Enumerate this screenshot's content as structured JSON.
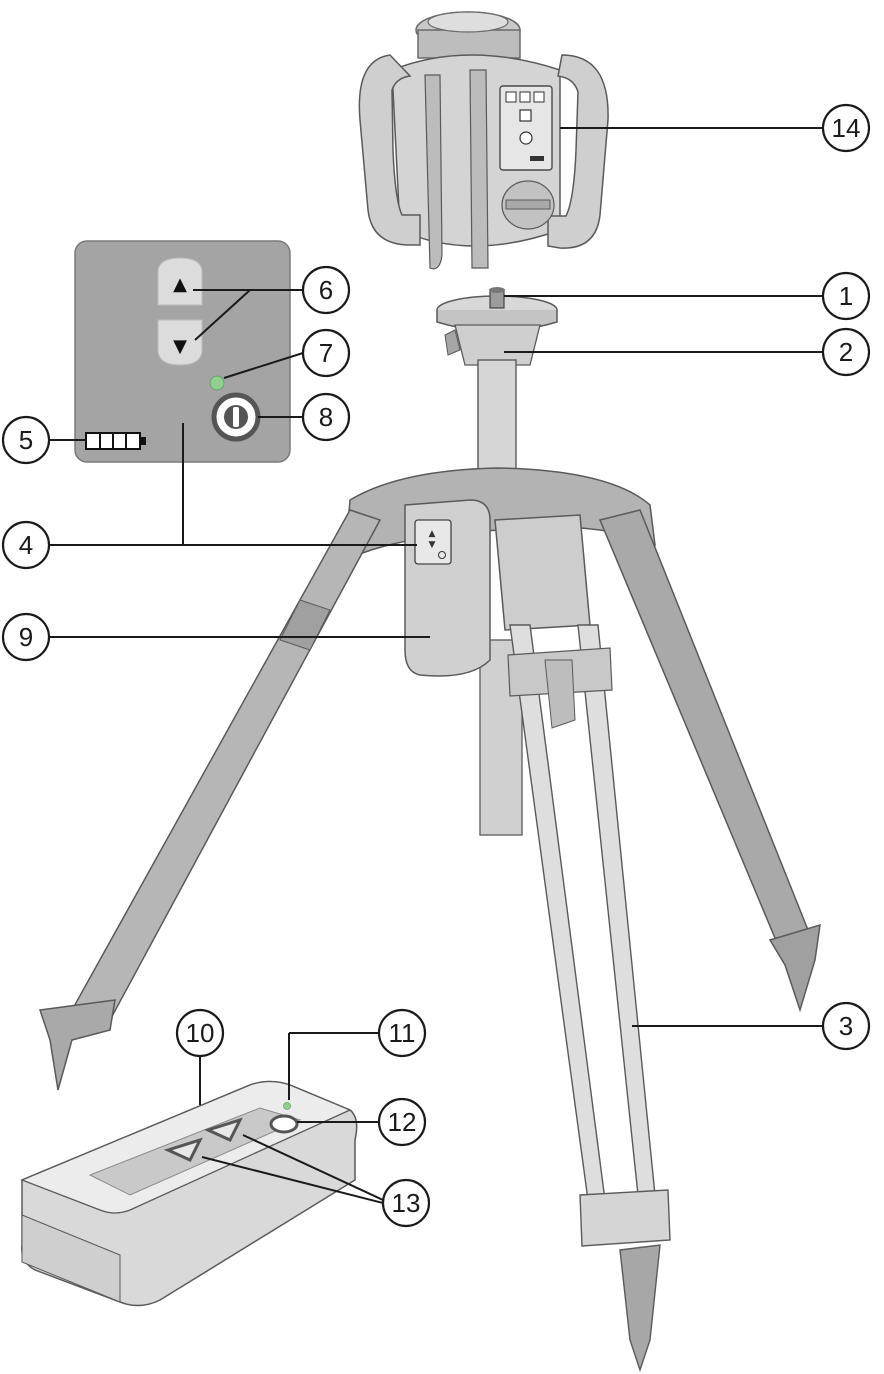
{
  "colors": {
    "body_light": "#d6d6d6",
    "body_mid": "#b8b8b8",
    "body_dark": "#9a9a9a",
    "panel": "#a4a4a4",
    "outline": "#5a5a5a",
    "led": "#8fd08f"
  },
  "icons": {
    "up_arrow": "▲",
    "down_arrow": "▼",
    "power": "power-icon",
    "battery": "battery-icon"
  },
  "callouts": [
    {
      "id": "1",
      "label": "1",
      "part": "tripod-mount-screw"
    },
    {
      "id": "2",
      "label": "2",
      "part": "tripod-head"
    },
    {
      "id": "3",
      "label": "3",
      "part": "tripod-leg"
    },
    {
      "id": "4",
      "label": "4",
      "part": "control-panel"
    },
    {
      "id": "5",
      "label": "5",
      "part": "battery-indicator"
    },
    {
      "id": "6",
      "label": "6",
      "part": "up-down-buttons"
    },
    {
      "id": "7",
      "label": "7",
      "part": "status-led"
    },
    {
      "id": "8",
      "label": "8",
      "part": "power-button"
    },
    {
      "id": "9",
      "label": "9",
      "part": "battery-pack"
    },
    {
      "id": "10",
      "label": "10",
      "part": "remote-control"
    },
    {
      "id": "11",
      "label": "11",
      "part": "remote-led"
    },
    {
      "id": "12",
      "label": "12",
      "part": "remote-power-button"
    },
    {
      "id": "13",
      "label": "13",
      "part": "remote-arrow-buttons"
    },
    {
      "id": "14",
      "label": "14",
      "part": "rotating-laser"
    }
  ]
}
